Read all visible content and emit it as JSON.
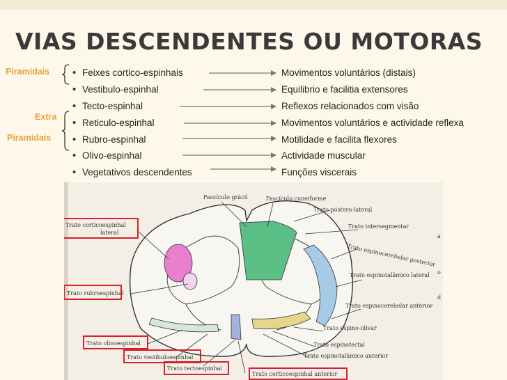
{
  "slide": {
    "title": "VIAS  DESCENDENTES  OU  MOTORAS",
    "categories": {
      "piramidais": "Piramidais",
      "extra": "Extra",
      "extra_piramidais": "Piramidais"
    },
    "tracts": [
      {
        "name": "Feixes cortico-espinhais",
        "function": "Movimentos voluntários (distais)"
      },
      {
        "name": "Vestibulo-espinhal",
        "function": "Equilibrio e facilitia extensores"
      },
      {
        "name": "Tecto-espinhal",
        "function": "Reflexos relacionados com visão"
      },
      {
        "name": "Reticulo-espinhal",
        "function": "Movimentos voluntários e actividade reflexa"
      },
      {
        "name": "Rubro-espinhal",
        "function": "Motilidade e facilita flexores"
      },
      {
        "name": "Olivo-espinhal",
        "function": "Actividade muscular"
      },
      {
        "name": "Vegetativos descendentes",
        "function": "Funções viscerais"
      }
    ],
    "colors": {
      "accent": "#e8a23a",
      "pink_tract": "#e97fcf",
      "green_tract": "#5bbf86",
      "blue_tract": "#a6cbe6",
      "yellow_tract": "#e5d68e",
      "highlight_box": "#d9202a"
    }
  },
  "figure": {
    "labels": {
      "fasciculo_gracil": "Fascículo grácil",
      "fasciculo_cuneiforme": "Fascículo cuneiforme",
      "trato_postero_lateral": "Trato póstero-lateral",
      "trato_intersegmentar": "Trato intersegmentar",
      "trato_espinocerebelar_posterior": "Trato espinocerebelar posterior",
      "trato_espinotalamico_lateral": "Trato espinotalâmico lateral",
      "trato_espinocerebelar_anterior": "Trato espinocerebelar anterior",
      "trato_espino_olivar": "Trato espino-olivar",
      "trato_espinotectal": "Trato espinotectal",
      "trato_espinotalamico_anterior": "Trato espinotalâmico anterior",
      "trato_corticoespinhal_lateral_1": "Trato corticoespinhal",
      "trato_corticoespinhal_lateral_2": "lateral",
      "trato_rubroespinhal": "Trato rubroespinhal",
      "trato_olivoespinhal": "Trato olivoespinhal",
      "trato_vestibuloespinhal": "Trato vestibuloespinhal",
      "trato_tectoespinhal": "Trato tectoespinhal",
      "trato_corticoespinhal_anterior": "Trato corticoespinhal anterior",
      "partial_a": "a",
      "partial_o": "o",
      "partial_d": "d"
    }
  }
}
